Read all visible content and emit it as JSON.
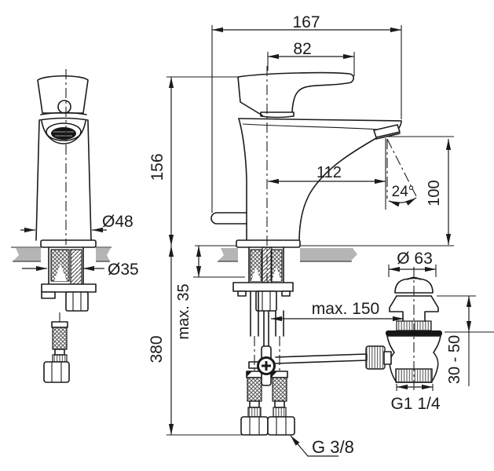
{
  "drawing": {
    "labels": {
      "total_depth": "167",
      "handle_to_axis": "82",
      "spout_height": "156",
      "spout_reach": "112",
      "stream_angle": "24°",
      "outlet_clearance": "100",
      "body_diameter": "Ø48",
      "mounting_hole": "Ø35",
      "deck_thickness_max": "max. 35",
      "under_deck_height": "380",
      "rod_travel_max": "max. 150",
      "waste_flange": "Ø 63",
      "waste_depth_range": "30 - 50",
      "waste_thread": "G1 1/4",
      "supply_thread": "G 3/8"
    },
    "colors": {
      "line": "#1b1b1b",
      "deck": "#b5b5b5",
      "background": "#ffffff"
    }
  }
}
